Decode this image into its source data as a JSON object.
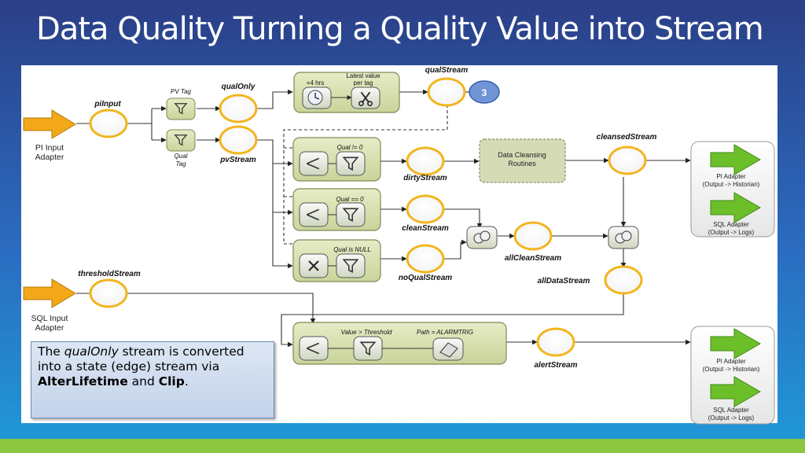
{
  "title": "Data Quality Turning a Quality Value into Stream",
  "diagram": {
    "inputs": {
      "pi_input_adapter": "PI Input\nAdapter",
      "sql_input_adapter": "SQL Input\nAdapter"
    },
    "streams": {
      "piInput": "piInput",
      "qualOnly": "qualOnly",
      "pvStream": "pvStream",
      "qualStream": "qualStream",
      "dirtyStream": "dirtyStream",
      "cleanStream": "cleanStream",
      "noQualStream": "noQualStream",
      "allCleanStream": "allCleanStream",
      "cleansedStream": "cleansedStream",
      "allDataStream": "allDataStream",
      "thresholdStream": "thresholdStream",
      "alertStream": "alertStream"
    },
    "labels": {
      "pv_tag": "PV Tag",
      "qual_tag": "Qual\nTag",
      "plus_4hrs": "+4 hrs",
      "latest_value": "Latest value\nper tag",
      "qual_ne_0": "Qual != 0",
      "qual_eq_0": "Qual == 0",
      "qual_null": "Qual is NULL",
      "value_threshold": "Value > Threshold",
      "path": "Path = ALARMTRIG",
      "data_cleansing": "Data Cleansing\nRoutines",
      "badge": "3"
    },
    "outputs": {
      "pi_adapter": "PI Adapter\n(Output -> Historian)",
      "sql_adapter": "SQL Adapter\n(Output -> Logs)"
    }
  },
  "note": {
    "text_1": "The ",
    "text_em": "qualOnly",
    "text_2": " stream is converted into a state (edge) stream via ",
    "text_b1": "AlterLifetime",
    "text_3": " and ",
    "text_b2": "Clip",
    "text_4": "."
  },
  "colors": {
    "stream_ring": "#f2b51e",
    "arrow_yellow": "#f2a818",
    "arrow_green": "#6cbf2a",
    "op_box": "#d7e0b0",
    "badge": "#6f95d6"
  }
}
